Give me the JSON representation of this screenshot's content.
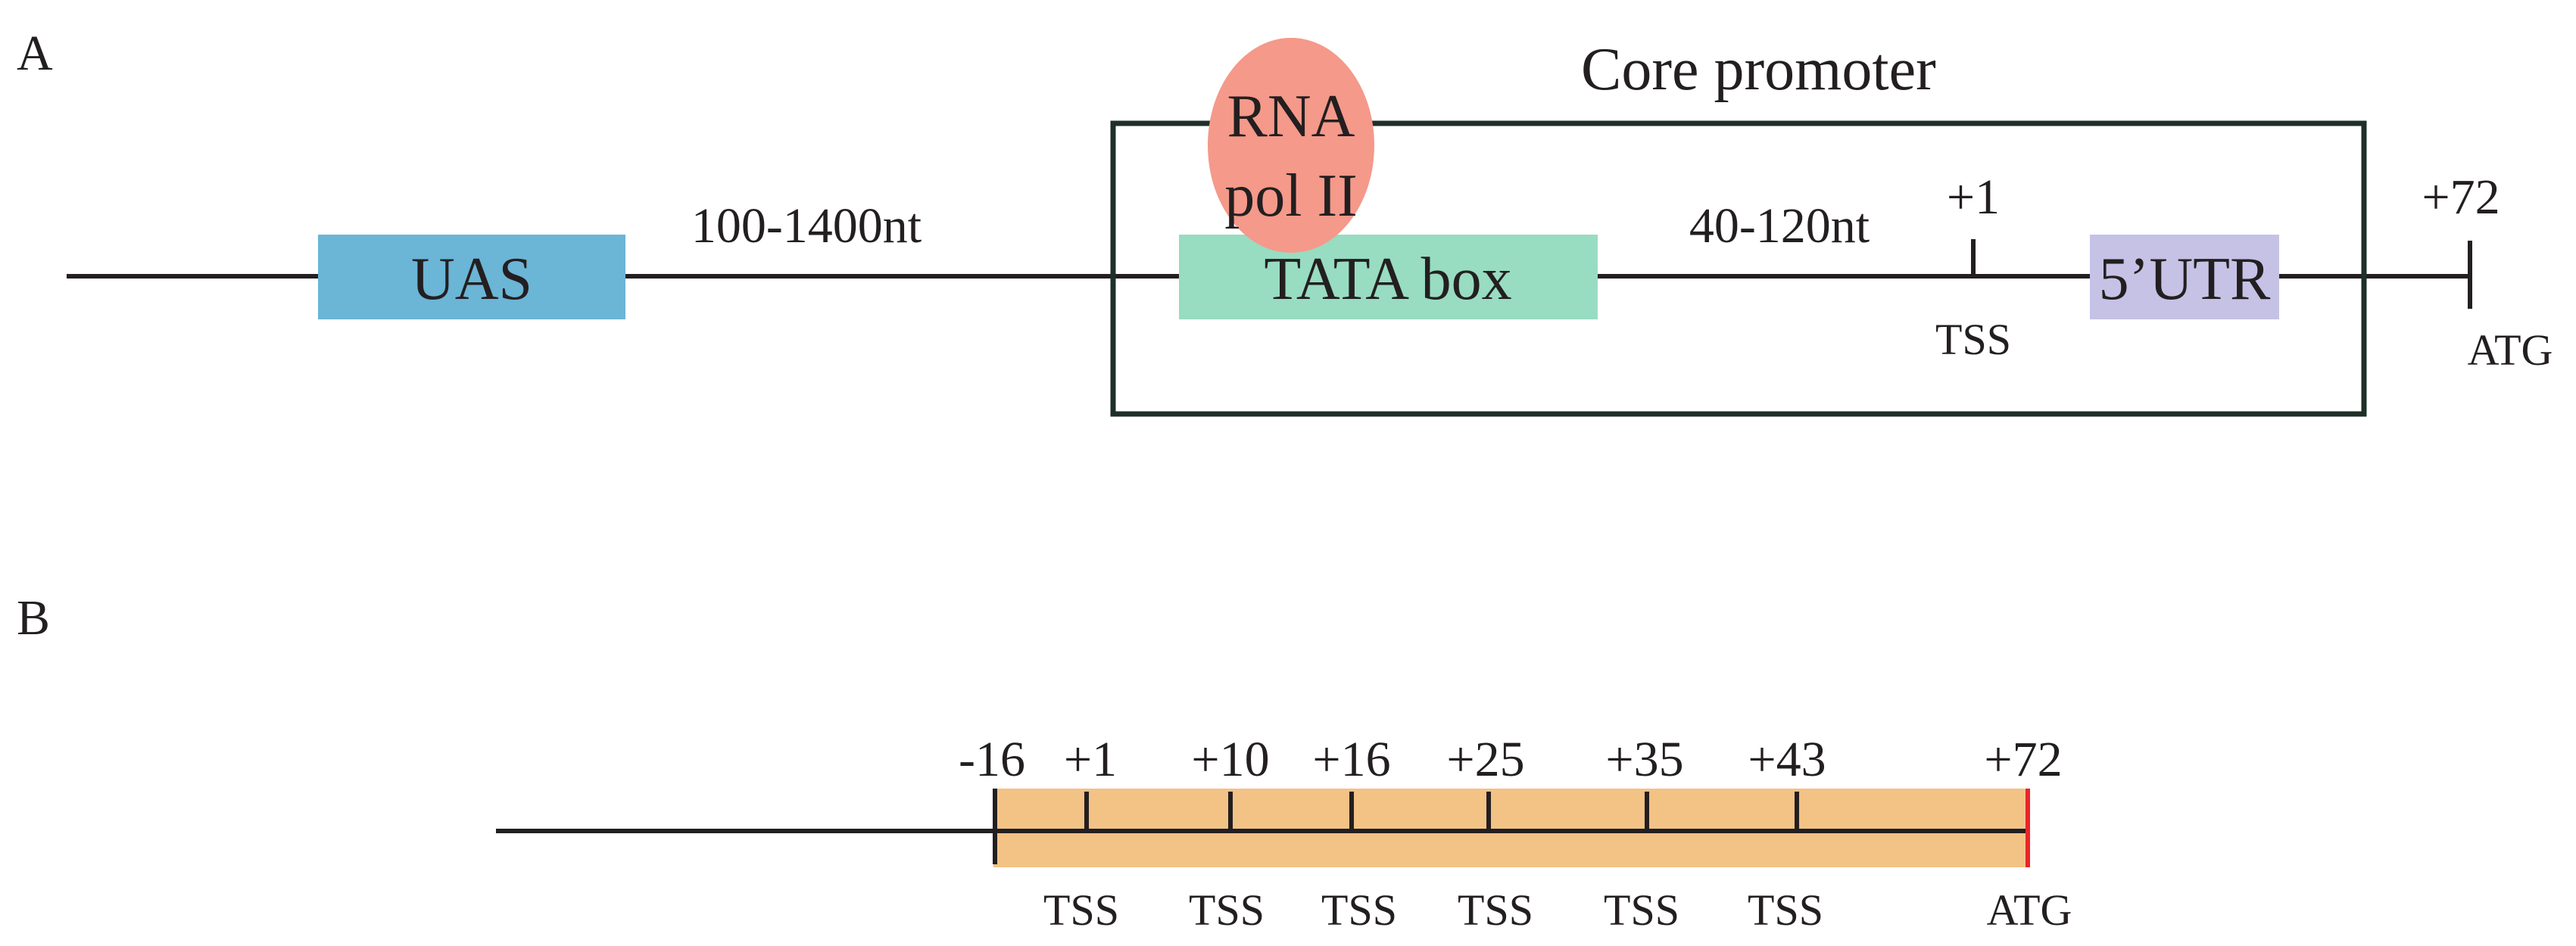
{
  "colors": {
    "uas": "#6bb5d6",
    "tata": "#98dcc2",
    "utr": "#c6c2e6",
    "polii": "#f5998a",
    "region": "#f3c285",
    "atg_mark": "#e8262a",
    "line": "#231f20",
    "frame": "#1e3028"
  },
  "panel_a": {
    "label": "A",
    "uas": "UAS",
    "distance1": "100-1400nt",
    "core_promoter": "Core promoter",
    "polii_line1": "RNA",
    "polii_line2": "pol II",
    "tata": "TATA box",
    "distance2": "40-120nt",
    "tss_pos": "+1",
    "tss": "TSS",
    "utr": "5’UTR",
    "atg_pos": "+72",
    "atg": "ATG"
  },
  "panel_b": {
    "label": "B",
    "start_pos": "-16",
    "ticks": [
      {
        "pos": "+1",
        "label": "TSS"
      },
      {
        "pos": "+10",
        "label": "TSS"
      },
      {
        "pos": "+16",
        "label": "TSS"
      },
      {
        "pos": "+25",
        "label": "TSS"
      },
      {
        "pos": "+35",
        "label": "TSS"
      },
      {
        "pos": "+43",
        "label": "TSS"
      }
    ],
    "end_pos": "+72",
    "end_label": "ATG"
  }
}
